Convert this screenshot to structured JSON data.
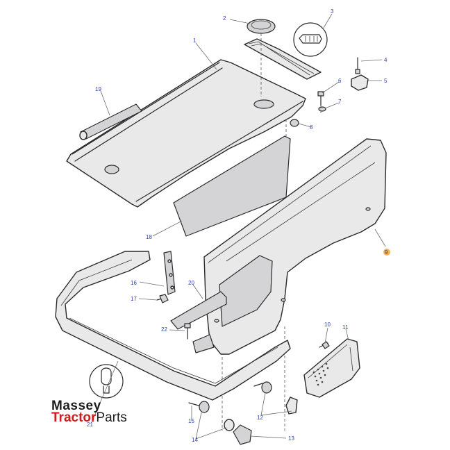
{
  "callouts": [
    {
      "id": "c2",
      "label": "2"
    },
    {
      "id": "c3",
      "label": "3"
    },
    {
      "id": "c1",
      "label": "1"
    },
    {
      "id": "c4",
      "label": "4"
    },
    {
      "id": "c5",
      "label": "5"
    },
    {
      "id": "c6",
      "label": "6"
    },
    {
      "id": "c7",
      "label": "7"
    },
    {
      "id": "c19",
      "label": "19"
    },
    {
      "id": "c8",
      "label": "8"
    },
    {
      "id": "c9",
      "label": "9"
    },
    {
      "id": "c18",
      "label": "18"
    },
    {
      "id": "c16",
      "label": "16"
    },
    {
      "id": "c20",
      "label": "20"
    },
    {
      "id": "c17",
      "label": "17"
    },
    {
      "id": "c22",
      "label": "22"
    },
    {
      "id": "c10",
      "label": "10"
    },
    {
      "id": "c11",
      "label": "11"
    },
    {
      "id": "c12",
      "label": "12"
    },
    {
      "id": "c15",
      "label": "15"
    },
    {
      "id": "c14",
      "label": "14"
    },
    {
      "id": "c13",
      "label": "13"
    },
    {
      "id": "c21",
      "label": "21"
    }
  ],
  "watermark": {
    "line1": "Massey",
    "line2_brand": "Tractor",
    "line2_suffix": "Parts"
  },
  "colors": {
    "callout_text": "#2a3fb0",
    "callout_highlight": "#f2b45a",
    "watermark_red": "#d21c1c"
  }
}
